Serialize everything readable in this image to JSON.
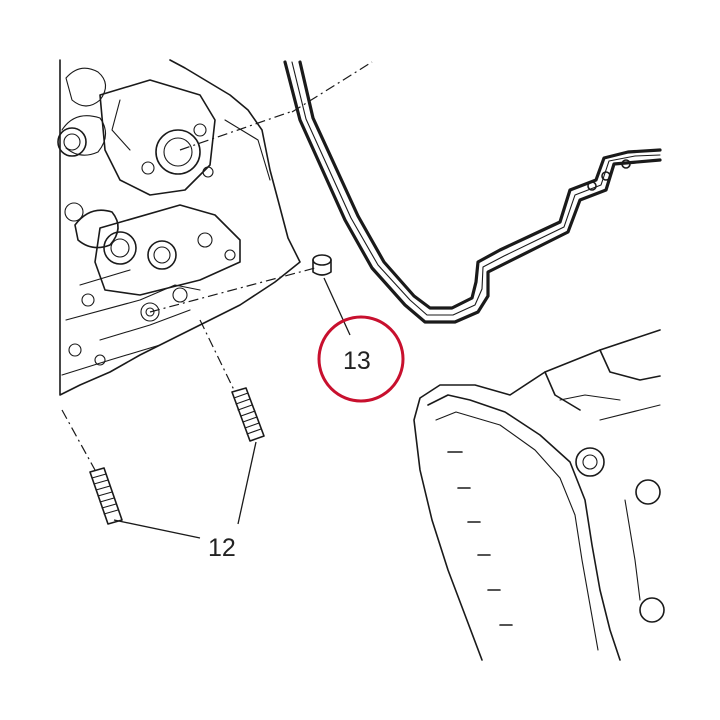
{
  "callouts": [
    {
      "id": "12",
      "label": "12",
      "highlighted": false
    },
    {
      "id": "13",
      "label": "13",
      "highlighted": true
    }
  ],
  "colors": {
    "line": "#1a1a1a",
    "highlight": "#c8102e",
    "background": "#ffffff"
  }
}
